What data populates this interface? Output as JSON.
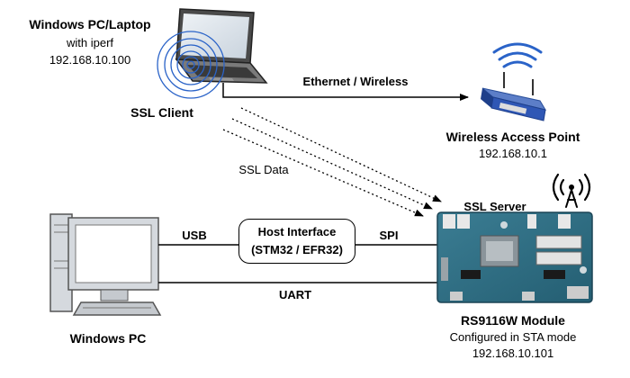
{
  "laptop": {
    "title": "Windows PC/Laptop",
    "subtitle": "with iperf",
    "ip": "192.168.10.100",
    "role": "SSL Client"
  },
  "access_point": {
    "title": "Wireless Access Point",
    "ip": "192.168.10.1"
  },
  "links": {
    "ethernet": "Ethernet / Wireless",
    "ssl_data": "SSL Data",
    "usb": "USB",
    "spi": "SPI",
    "uart": "UART"
  },
  "host_interface": {
    "line1": "Host Interface",
    "line2": "(STM32 / EFR32)"
  },
  "server": {
    "label": "SSL Server"
  },
  "pc": {
    "title": "Windows PC"
  },
  "module": {
    "title": "RS9116W Module",
    "mode": "Configured in STA mode",
    "ip": "192.168.10.101"
  }
}
